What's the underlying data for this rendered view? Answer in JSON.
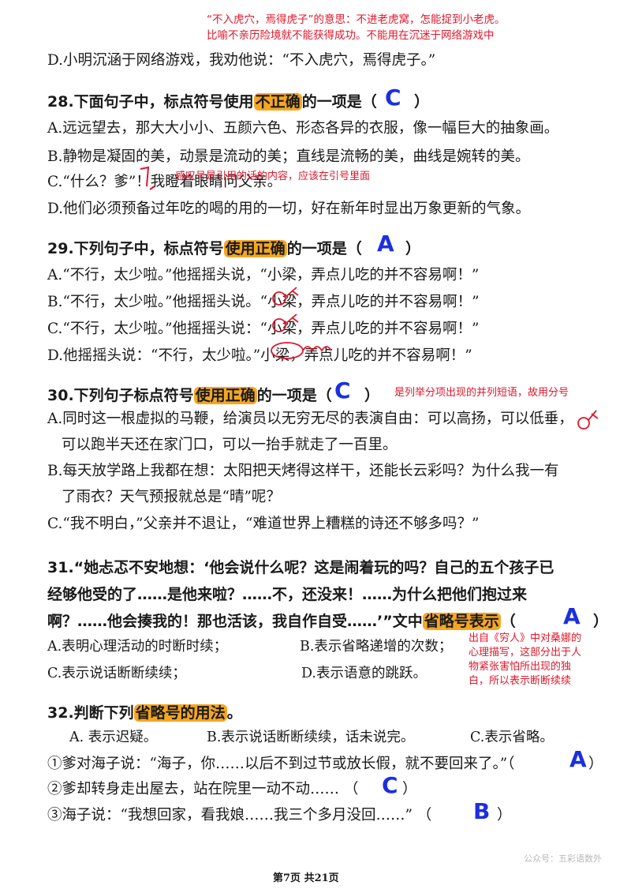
{
  "top_note": {
    "line1": "“不入虎穴，焉得虎子”的意思：不进老虎窝，怎能捉到小老虎。",
    "line2": "比喻不亲历险境就不能获得成功。不能用在沉迷于网络游戏中"
  },
  "q27": {
    "option_d": "D.小明沉涵于网络游戏，我劝他说：“不入虎穴，焉得虎子。”"
  },
  "q28": {
    "prefix": "28.下面句子中，标点符号使用",
    "highlight": "不正确",
    "suffix": "的一项是（",
    "close": "）",
    "answer": "C",
    "options": [
      "A.远远望去，那大大小小、五颜六色、形态各异的衣服，像一幅巨大的抽象画。",
      "B.静物是凝固的美，动景是流动的美；直线是流畅的美，曲线是婉转的美。",
      "C.“什么？爹”！我瞪着眼睛问父亲。",
      "D.他们必须预备过年吃的喝的用的一切，好在新年时显出万象更新的气象。"
    ],
    "note": "感叹号是引用的话的内容，应该在引号里面"
  },
  "q29": {
    "prefix": "29.下列句子中，标点符号",
    "highlight": "使用正确",
    "suffix": "的一项是（",
    "close": "）",
    "answer": "A",
    "options": [
      "A.“不行，太少啦。”他摇摇头说，“小梁，弄点儿吃的并不容易啊！”",
      "B.“不行，太少啦。”他摇摇头说。“小梁，弄点儿吃的并不容易啊！”",
      "C.“不行，太少啦。”他摇摇头说：“小梁，弄点儿吃的并不容易啊！”",
      "D.他摇摇头说：“不行，太少啦。”小梁，弄点儿吃的并不容易啊！”"
    ]
  },
  "q30": {
    "prefix": "30.下列句子标点符号",
    "highlight": "使用正确",
    "suffix": "的一项是（",
    "close": "）",
    "answer": "C",
    "note": "是列举分项出现的并列短语，故用分号",
    "options": [
      "A.同时这一根虚拟的马鞭，给演员以无穷无尽的表演自由：可以高扬，可以低垂，",
      "可以跑半天还在家门口，可以一抬手就走了一百里。",
      "B.每天放学路上我都在想：太阳把天烤得这样干，还能长云彩吗？为什么我一有",
      "了雨衣？天气预报就总是“晴”呢？",
      "C.“我不明白，”父亲并不退让，“难道世界上糟糕的诗还不够多吗？”"
    ]
  },
  "q31": {
    "line1": "31.“她忐忑不安地想：‘他会说什么呢？这是闹着玩的吗？自己的五个孩子已",
    "line2": "经够他受的了……是他来啦？……不，还没来！……为什么把他们抱过来",
    "line3_prefix": "啊？……他会揍我的！那也活该，我自作自受……’”文中",
    "highlight": "省略号表示",
    "close_open": "（",
    "close": "）",
    "answer": "A",
    "options": [
      "A.表明心理活动的时断时续；",
      "B.表示省略递增的次数；",
      "C.表示说话断断续续；",
      "D.表示语意的跳跃。"
    ],
    "note": [
      "出自《穷人》中对桑娜的",
      "心理描写，这部分出于人",
      "物紧张害怕所出现的独",
      "白，所以表示断断续续"
    ]
  },
  "q32": {
    "prefix": "32.判断下列",
    "highlight": "省略号的用法",
    "suffix": "。",
    "choices": [
      "A.  表示迟疑。",
      "B.表示说话断断续续，话未说完。",
      "C.表示省略。"
    ],
    "items": [
      {
        "text": "①爹对海子说：“海子，你……以后不到过节或放长假，就不要回来了。”（",
        "close": "）",
        "answer": "A"
      },
      {
        "text": "②爹却转身走出屋去，站在院里一动不动……  （",
        "close": "）",
        "answer": "C"
      },
      {
        "text": "③海子说：“我想回家，看我娘……我三个多月没回……”  （",
        "close": "）",
        "answer": "B"
      }
    ]
  },
  "watermark": "公众号：五彩语数外",
  "footer": "第7页 共21页"
}
